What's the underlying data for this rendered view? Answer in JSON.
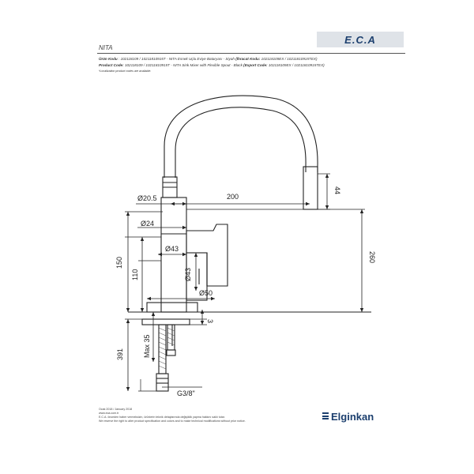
{
  "header": {
    "logo_text": "E.C.A",
    "model_name": "NITA",
    "product_tr": {
      "label": "Ürün Kodu",
      "value": ": 102118109 / 10211810915T - NITA Esnek Uçlu Eviye Bataryası - Siyah",
      "export_label": "(İhracat Kodu:",
      "export_value": "102118109EX / 10211810915TEX)"
    },
    "product_en": {
      "label": "Product Code:",
      "value": "102118109 / 10211810915T - NITA  Sink Mixer with Flexible Spout - Black",
      "export_label": "(Export Code:",
      "export_value": "102118109EX / 10211810915TEX)"
    },
    "note": "*Localization product codes are available."
  },
  "dimensions": {
    "d_20_5": "Ø20.5",
    "w_200": "200",
    "h_44": "44",
    "d_24": "Ø24",
    "d_43_top": "Ø43",
    "d_43_side": "Ø43",
    "d_50": "Ø50",
    "h_150": "150",
    "h_110": "110",
    "h_260": "260",
    "h_3": "3",
    "max_35": "Max 35",
    "h_391": "391",
    "thread": "G3/8\""
  },
  "colors": {
    "line": "#222222",
    "brand": "#1c3f6e",
    "logo_bg": "#dfe3e8"
  },
  "footer": {
    "date": "Ocak 2018 / January 2018",
    "url": "www.eca.com.tr",
    "notice_tr": "E.C.A. önceden haber vermeksizin, ürünlerin teknik detaylarında değişiklik yapma hakkını saklı tutar.",
    "notice_en": "We reserve the right to alter product specification and colors and to make technical modifications without prior notice.",
    "brand": "Elginkan"
  }
}
